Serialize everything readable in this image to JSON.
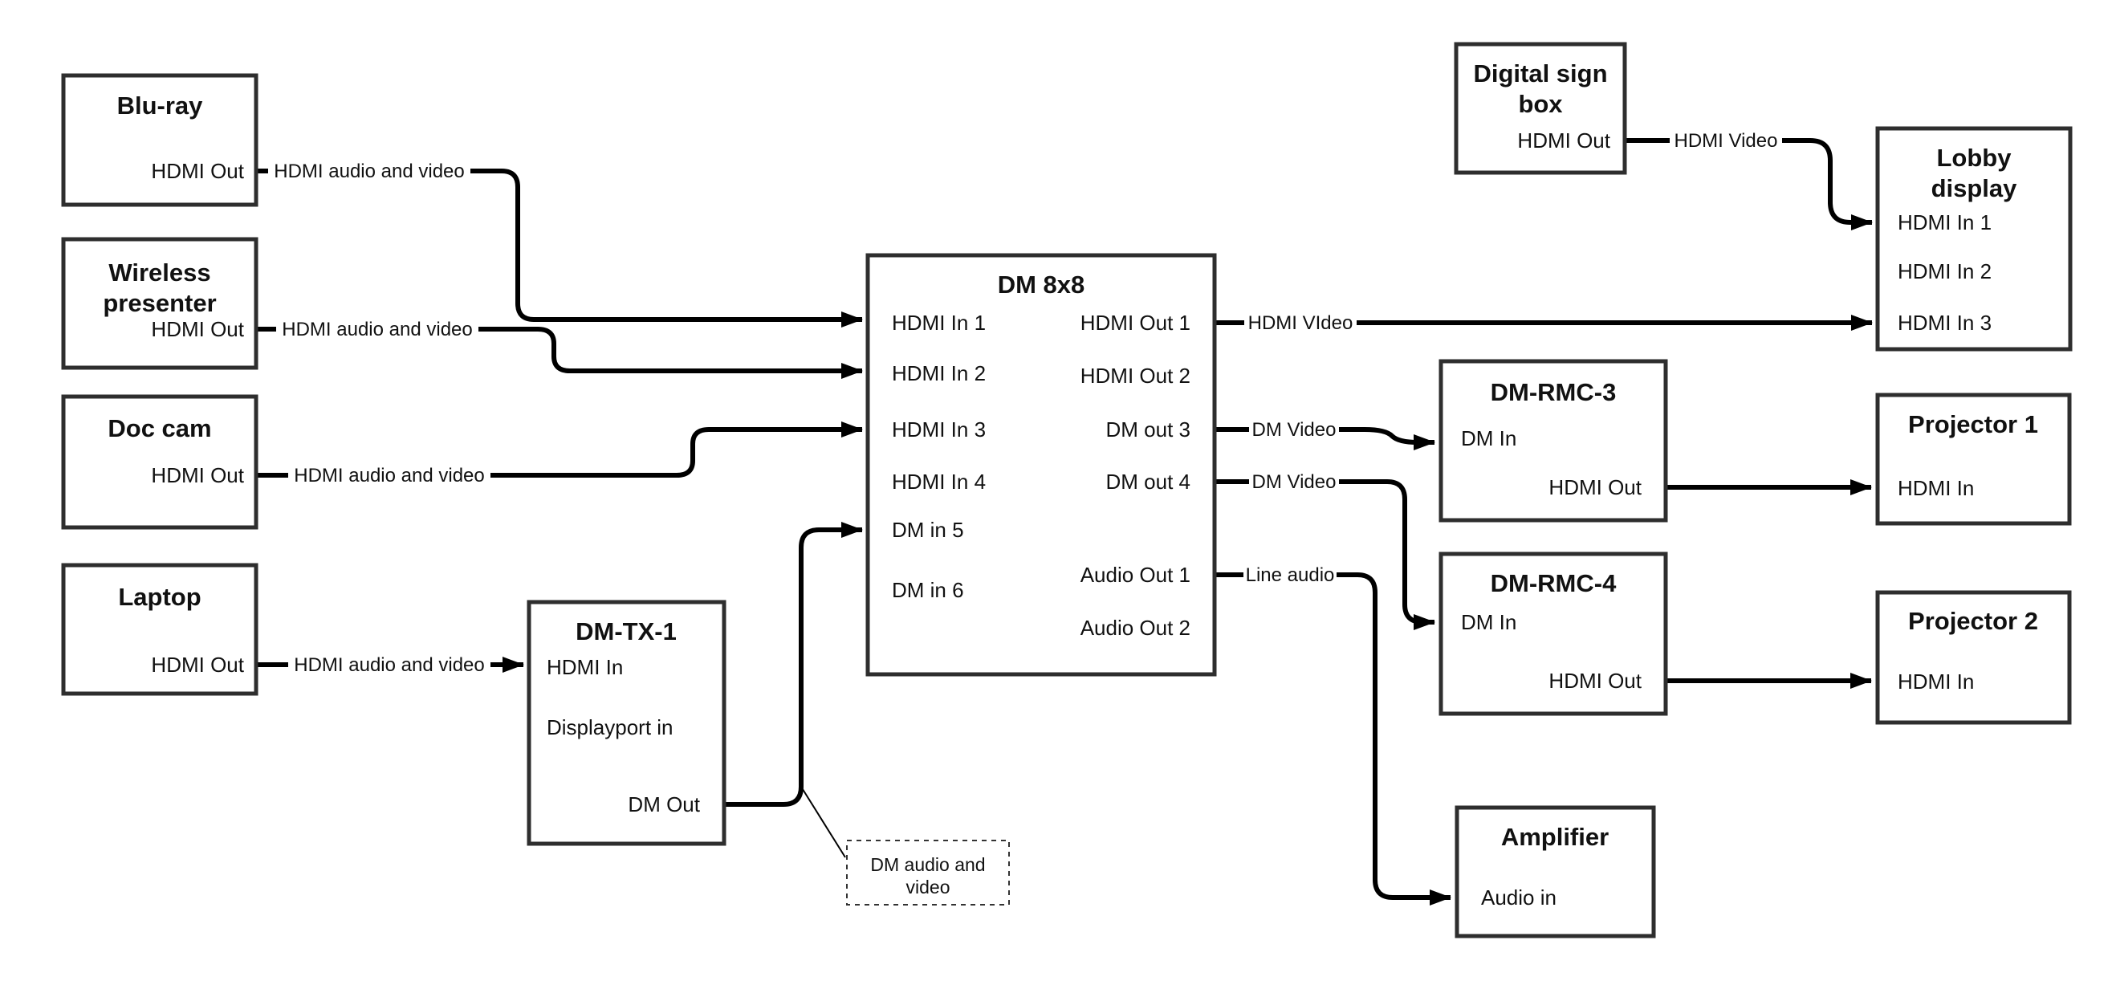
{
  "diagram": {
    "nodes": {
      "bluray": {
        "title": "Blu-ray",
        "port_hdmi_out": "HDMI Out"
      },
      "wireless": {
        "title_line1": "Wireless",
        "title_line2": "presenter",
        "port_hdmi_out": "HDMI Out"
      },
      "doccam": {
        "title": "Doc cam",
        "port_hdmi_out": "HDMI Out"
      },
      "laptop": {
        "title": "Laptop",
        "port_hdmi_out": "HDMI Out"
      },
      "dmtx1": {
        "title": "DM-TX-1",
        "port_hdmi_in": "HDMI In",
        "port_displayport_in": "Displayport in",
        "port_dm_out": "DM Out"
      },
      "dm8x8": {
        "title": "DM 8x8",
        "inputs": [
          "HDMI In 1",
          "HDMI In 2",
          "HDMI In 3",
          "HDMI In 4",
          "DM in 5",
          "DM in 6"
        ],
        "outputs": [
          "HDMI Out 1",
          "HDMI Out 2",
          "DM out 3",
          "DM out 4",
          "Audio Out 1",
          "Audio Out 2"
        ]
      },
      "digital_sign": {
        "title_line1": "Digital sign",
        "title_line2": "box",
        "port_hdmi_out": "HDMI Out"
      },
      "lobby": {
        "title_line1": "Lobby",
        "title_line2": "display",
        "ports": [
          "HDMI In 1",
          "HDMI In 2",
          "HDMI In 3"
        ]
      },
      "dmrmc3": {
        "title": "DM-RMC-3",
        "port_dm_in": "DM In",
        "port_hdmi_out": "HDMI Out"
      },
      "proj1": {
        "title": "Projector 1",
        "port_hdmi_in": "HDMI In"
      },
      "dmrmc4": {
        "title": "DM-RMC-4",
        "port_dm_in": "DM In",
        "port_hdmi_out": "HDMI Out"
      },
      "proj2": {
        "title": "Projector 2",
        "port_hdmi_in": "HDMI In"
      },
      "amplifier": {
        "title": "Amplifier",
        "port_audio_in": "Audio in"
      }
    },
    "note": {
      "line1": "DM audio and",
      "line2": "video"
    },
    "edges": [
      {
        "from": "Blu-ray HDMI Out",
        "to": "DM 8x8 HDMI In 1",
        "label": "HDMI audio and video"
      },
      {
        "from": "Wireless presenter HDMI Out",
        "to": "DM 8x8 HDMI In 2",
        "label": "HDMI audio and video"
      },
      {
        "from": "Doc cam HDMI Out",
        "to": "DM 8x8 HDMI In 3",
        "label": "HDMI audio and video"
      },
      {
        "from": "Laptop HDMI Out",
        "to": "DM-TX-1 HDMI In",
        "label": "HDMI audio and video"
      },
      {
        "from": "DM-TX-1 DM Out",
        "to": "DM 8x8 DM in 5",
        "label": ""
      },
      {
        "from": "DM 8x8 HDMI Out 1",
        "to": "Lobby display HDMI In 3",
        "label": "HDMI VIdeo"
      },
      {
        "from": "Digital sign box HDMI Out",
        "to": "Lobby display HDMI In 1",
        "label": "HDMI Video"
      },
      {
        "from": "DM 8x8 DM out 3",
        "to": "DM-RMC-3 DM In",
        "label": "DM Video"
      },
      {
        "from": "DM 8x8 DM out 4",
        "to": "DM-RMC-4 DM In",
        "label": "DM Video"
      },
      {
        "from": "DM 8x8 Audio Out 1",
        "to": "Amplifier Audio in",
        "label": "Line audio"
      },
      {
        "from": "DM-RMC-3 HDMI Out",
        "to": "Projector 1 HDMI In",
        "label": ""
      },
      {
        "from": "DM-RMC-4 HDMI Out",
        "to": "Projector 2 HDMI In",
        "label": ""
      }
    ],
    "colors": {
      "line": "#000000",
      "box_border": "#2e2e2e",
      "background": "#ffffff",
      "text": "#111111"
    }
  }
}
